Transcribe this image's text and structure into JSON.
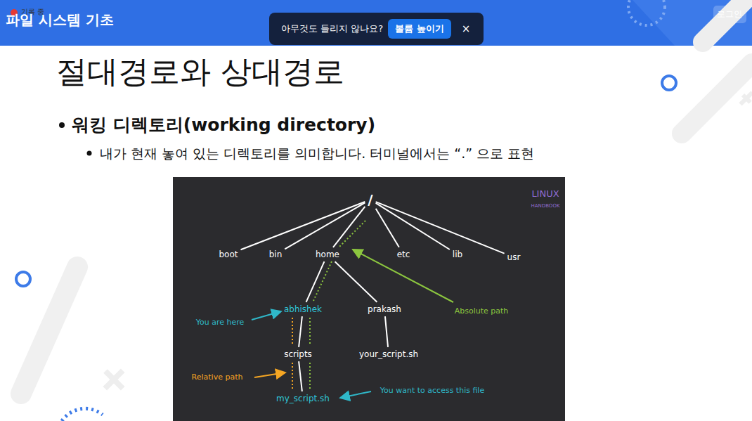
{
  "diagram": {
    "title": "절대경로와 상대경로",
    "nodes": [
      {
        "text": [
          "/"
        ]
      },
      {
        "text": [
          "boot"
        ]
      },
      {
        "text": [
          "bin"
        ]
      },
      {
        "text": [
          "home"
        ]
      },
      {
        "text": [
          "etc"
        ]
      },
      {
        "text": [
          "lib"
        ]
      },
      {
        "text": [
          "usr"
        ]
      },
      {
        "text": [
          "abhishek"
        ]
      },
      {
        "text": [
          "prakash"
        ]
      },
      {
        "text": [
          "scripts"
        ]
      },
      {
        "text": [
          "your_script.sh"
        ]
      },
      {
        "text": [
          "my_script.sh"
        ]
      }
    ],
    "edges": [
      {
        "from": 0,
        "to": 1,
        "arrow": "none"
      },
      {
        "from": 0,
        "to": 2,
        "arrow": "none"
      },
      {
        "from": 0,
        "to": 3,
        "arrow": "none"
      },
      {
        "from": 0,
        "to": 4,
        "arrow": "none"
      },
      {
        "from": 0,
        "to": 5,
        "arrow": "none"
      },
      {
        "from": 0,
        "to": 6,
        "arrow": "none"
      },
      {
        "from": 3,
        "to": 7,
        "arrow": "none"
      },
      {
        "from": 3,
        "to": 8,
        "arrow": "none"
      },
      {
        "from": 7,
        "to": 9,
        "arrow": "none"
      },
      {
        "from": 9,
        "to": 11,
        "arrow": "none"
      },
      {
        "from": 8,
        "to": 10,
        "arrow": "none"
      }
    ],
    "labels": [
      "파일 시스템 기초",
      "기록 중",
      "아무것도 들리지 않나요?",
      "볼륨 높이기",
      "×",
      "로그인",
      "워킹 디렉토리(working directory)",
      "내가 현재 놓여 있는 디렉토리를 의미합니다. 터미널에서는 “.” 으로 표현",
      "LINUX",
      "HANDBOOK",
      "You are here",
      "Absolute path",
      "Relative path",
      "You want to access this file"
    ]
  }
}
